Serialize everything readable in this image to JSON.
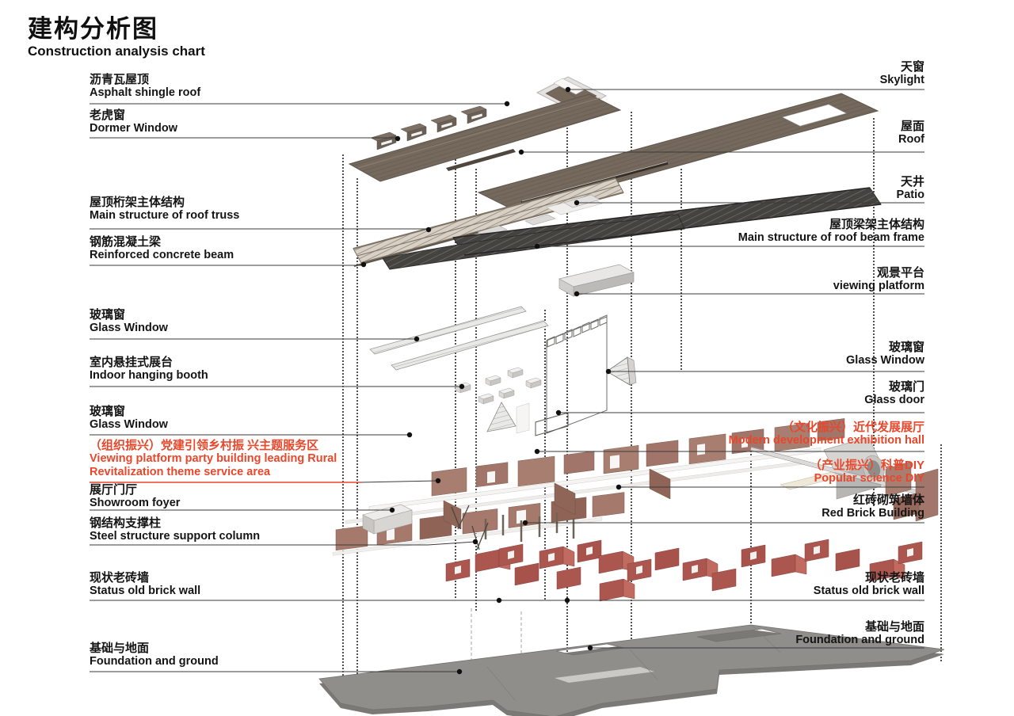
{
  "title": {
    "zh": "建构分析图",
    "en": "Construction analysis chart"
  },
  "labels": {
    "left": [
      {
        "zh": "沥青瓦屋顶",
        "en": "Asphalt shingle roof"
      },
      {
        "zh": "老虎窗",
        "en": "Dormer Window"
      },
      {
        "zh": "屋顶桁架主体结构",
        "en": "Main structure of roof truss"
      },
      {
        "zh": "钢筋混凝土梁",
        "en": "Reinforced concrete beam"
      },
      {
        "zh": "玻璃窗",
        "en": "Glass Window"
      },
      {
        "zh": "室内悬挂式展台",
        "en": "Indoor hanging booth"
      },
      {
        "zh": "玻璃窗",
        "en": "Glass Window"
      },
      {
        "zh": "（组织振兴）党建引领乡村振 兴主题服务区",
        "en": "Viewing platform party building leading Rural\nRevitalization theme service area"
      },
      {
        "zh": "展厅门厅",
        "en": "Showroom foyer"
      },
      {
        "zh": "钢结构支撑柱",
        "en": "Steel structure support column"
      },
      {
        "zh": "现状老砖墙",
        "en": "Status old brick wall"
      },
      {
        "zh": "基础与地面",
        "en": "Foundation and ground"
      }
    ],
    "right": [
      {
        "zh": "天窗",
        "en": "Skylight"
      },
      {
        "zh": "屋面",
        "en": "Roof"
      },
      {
        "zh": "天井",
        "en": "Patio"
      },
      {
        "zh": "屋顶梁架主体结构",
        "en": "Main structure of roof beam frame"
      },
      {
        "zh": "观景平台",
        "en": "viewing platform"
      },
      {
        "zh": "玻璃窗",
        "en": "Glass Window"
      },
      {
        "zh": "玻璃门",
        "en": "Glass door"
      },
      {
        "zh": "（文化振兴）近代发展展厅",
        "en": "Modern development exhibition hall"
      },
      {
        "zh": "（产业振兴）科普DIY",
        "en": "Popular science DIY"
      },
      {
        "zh": "红砖砌筑墙体",
        "en": "Red Brick Building"
      },
      {
        "zh": "现状老砖墙",
        "en": "Status old brick wall"
      },
      {
        "zh": "基础与地面",
        "en": "Foundation and ground"
      }
    ]
  },
  "colors": {
    "accent_red": "#e8472b",
    "roof_brown": "#75695d",
    "wall_terracotta": "#a87e71",
    "brick_red": "#ac5650",
    "foundation_gray": "#908e8b",
    "text_black": "#141414"
  }
}
